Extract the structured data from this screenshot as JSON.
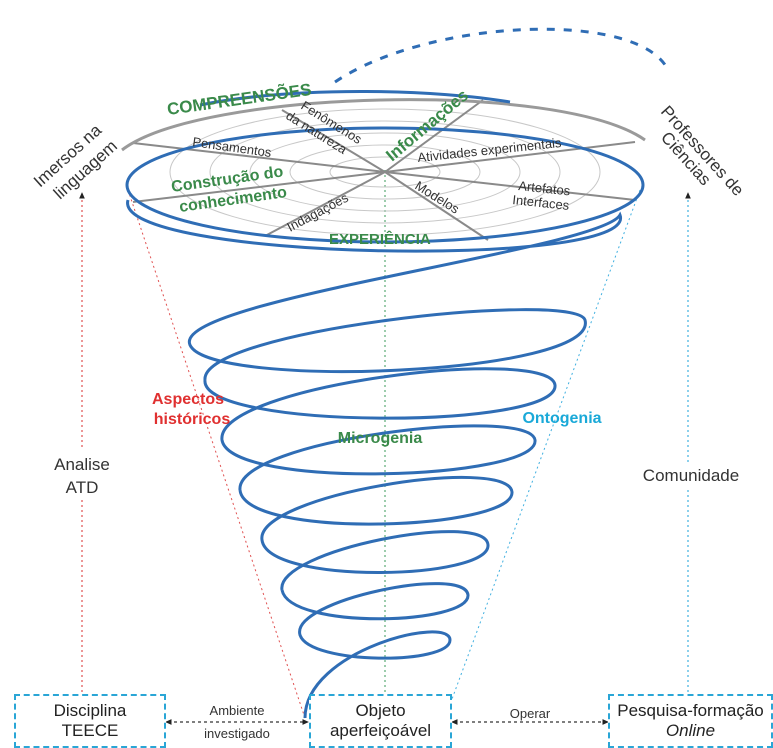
{
  "colors": {
    "spiral": "#2f6db5",
    "green": "#3a8a4a",
    "red": "#e03030",
    "cyan": "#1aa9d8",
    "gray_line": "#8a8a8a",
    "text": "#333333",
    "box_border": "#2aa6d6"
  },
  "cone": {
    "categories": {
      "top": "COMPREENSÕES",
      "left_line1": "Construção do",
      "left_line2": "conhecimento",
      "right": "Informações",
      "bottom": "EXPERIÊNCIA"
    },
    "items": {
      "fenomenos_1": "Fenômenos",
      "fenomenos_2": "da natureza",
      "pensamentos": "Pensamentos",
      "atividades": "Atividades experimentais",
      "artefatos": "Artefatos",
      "interfaces": "Interfaces",
      "modelos": "Modelos",
      "indagacoes": "Indagações"
    },
    "aspectos_1": "Aspectos",
    "aspectos_2": "históricos",
    "microgenia": "Microgenia",
    "ontogenia": "Ontogenia"
  },
  "side": {
    "left_top_1": "Imersos na",
    "left_top_2": "linguagem",
    "right_top_1": "Professores de",
    "right_top_2": "Ciências",
    "left_mid_1": "Analise",
    "left_mid_2": "ATD",
    "right_mid": "Comunidade"
  },
  "bottom": {
    "box_left_1": "Disciplina",
    "box_left_2": "TEECE",
    "box_center_1": "Objeto",
    "box_center_2": "aperfeiçoável",
    "box_right_1": "Pesquisa-formação",
    "box_right_2": "Online",
    "arrow_left_1": "Ambiente",
    "arrow_left_2": "investigado",
    "arrow_right": "Operar"
  }
}
